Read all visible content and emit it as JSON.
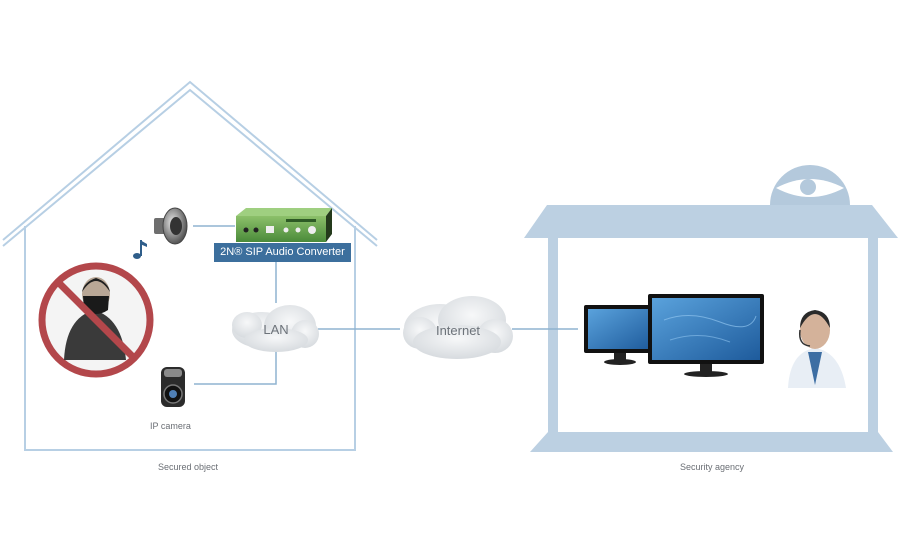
{
  "diagram": {
    "device_label": "2N® SIP Audio Converter",
    "lan_label": "LAN",
    "internet_label": "Internet",
    "camera_label": "IP camera",
    "secured_object_label": "Secured object",
    "security_agency_label": "Security agency",
    "icons": [
      "speaker-icon",
      "music-note-icon",
      "audio-converter-device",
      "no-intruder-icon",
      "ip-camera-icon",
      "monitors-icon",
      "operator-icon",
      "eye-logo-icon"
    ]
  },
  "colors": {
    "house_outline": "#b7cfe4",
    "agency_building": "#bcd0e2",
    "connector_line": "#8fb3d0",
    "label_bg": "#3c6f9d",
    "prohibit_red": "#b3474b",
    "cloud": "#e6e9ec"
  }
}
